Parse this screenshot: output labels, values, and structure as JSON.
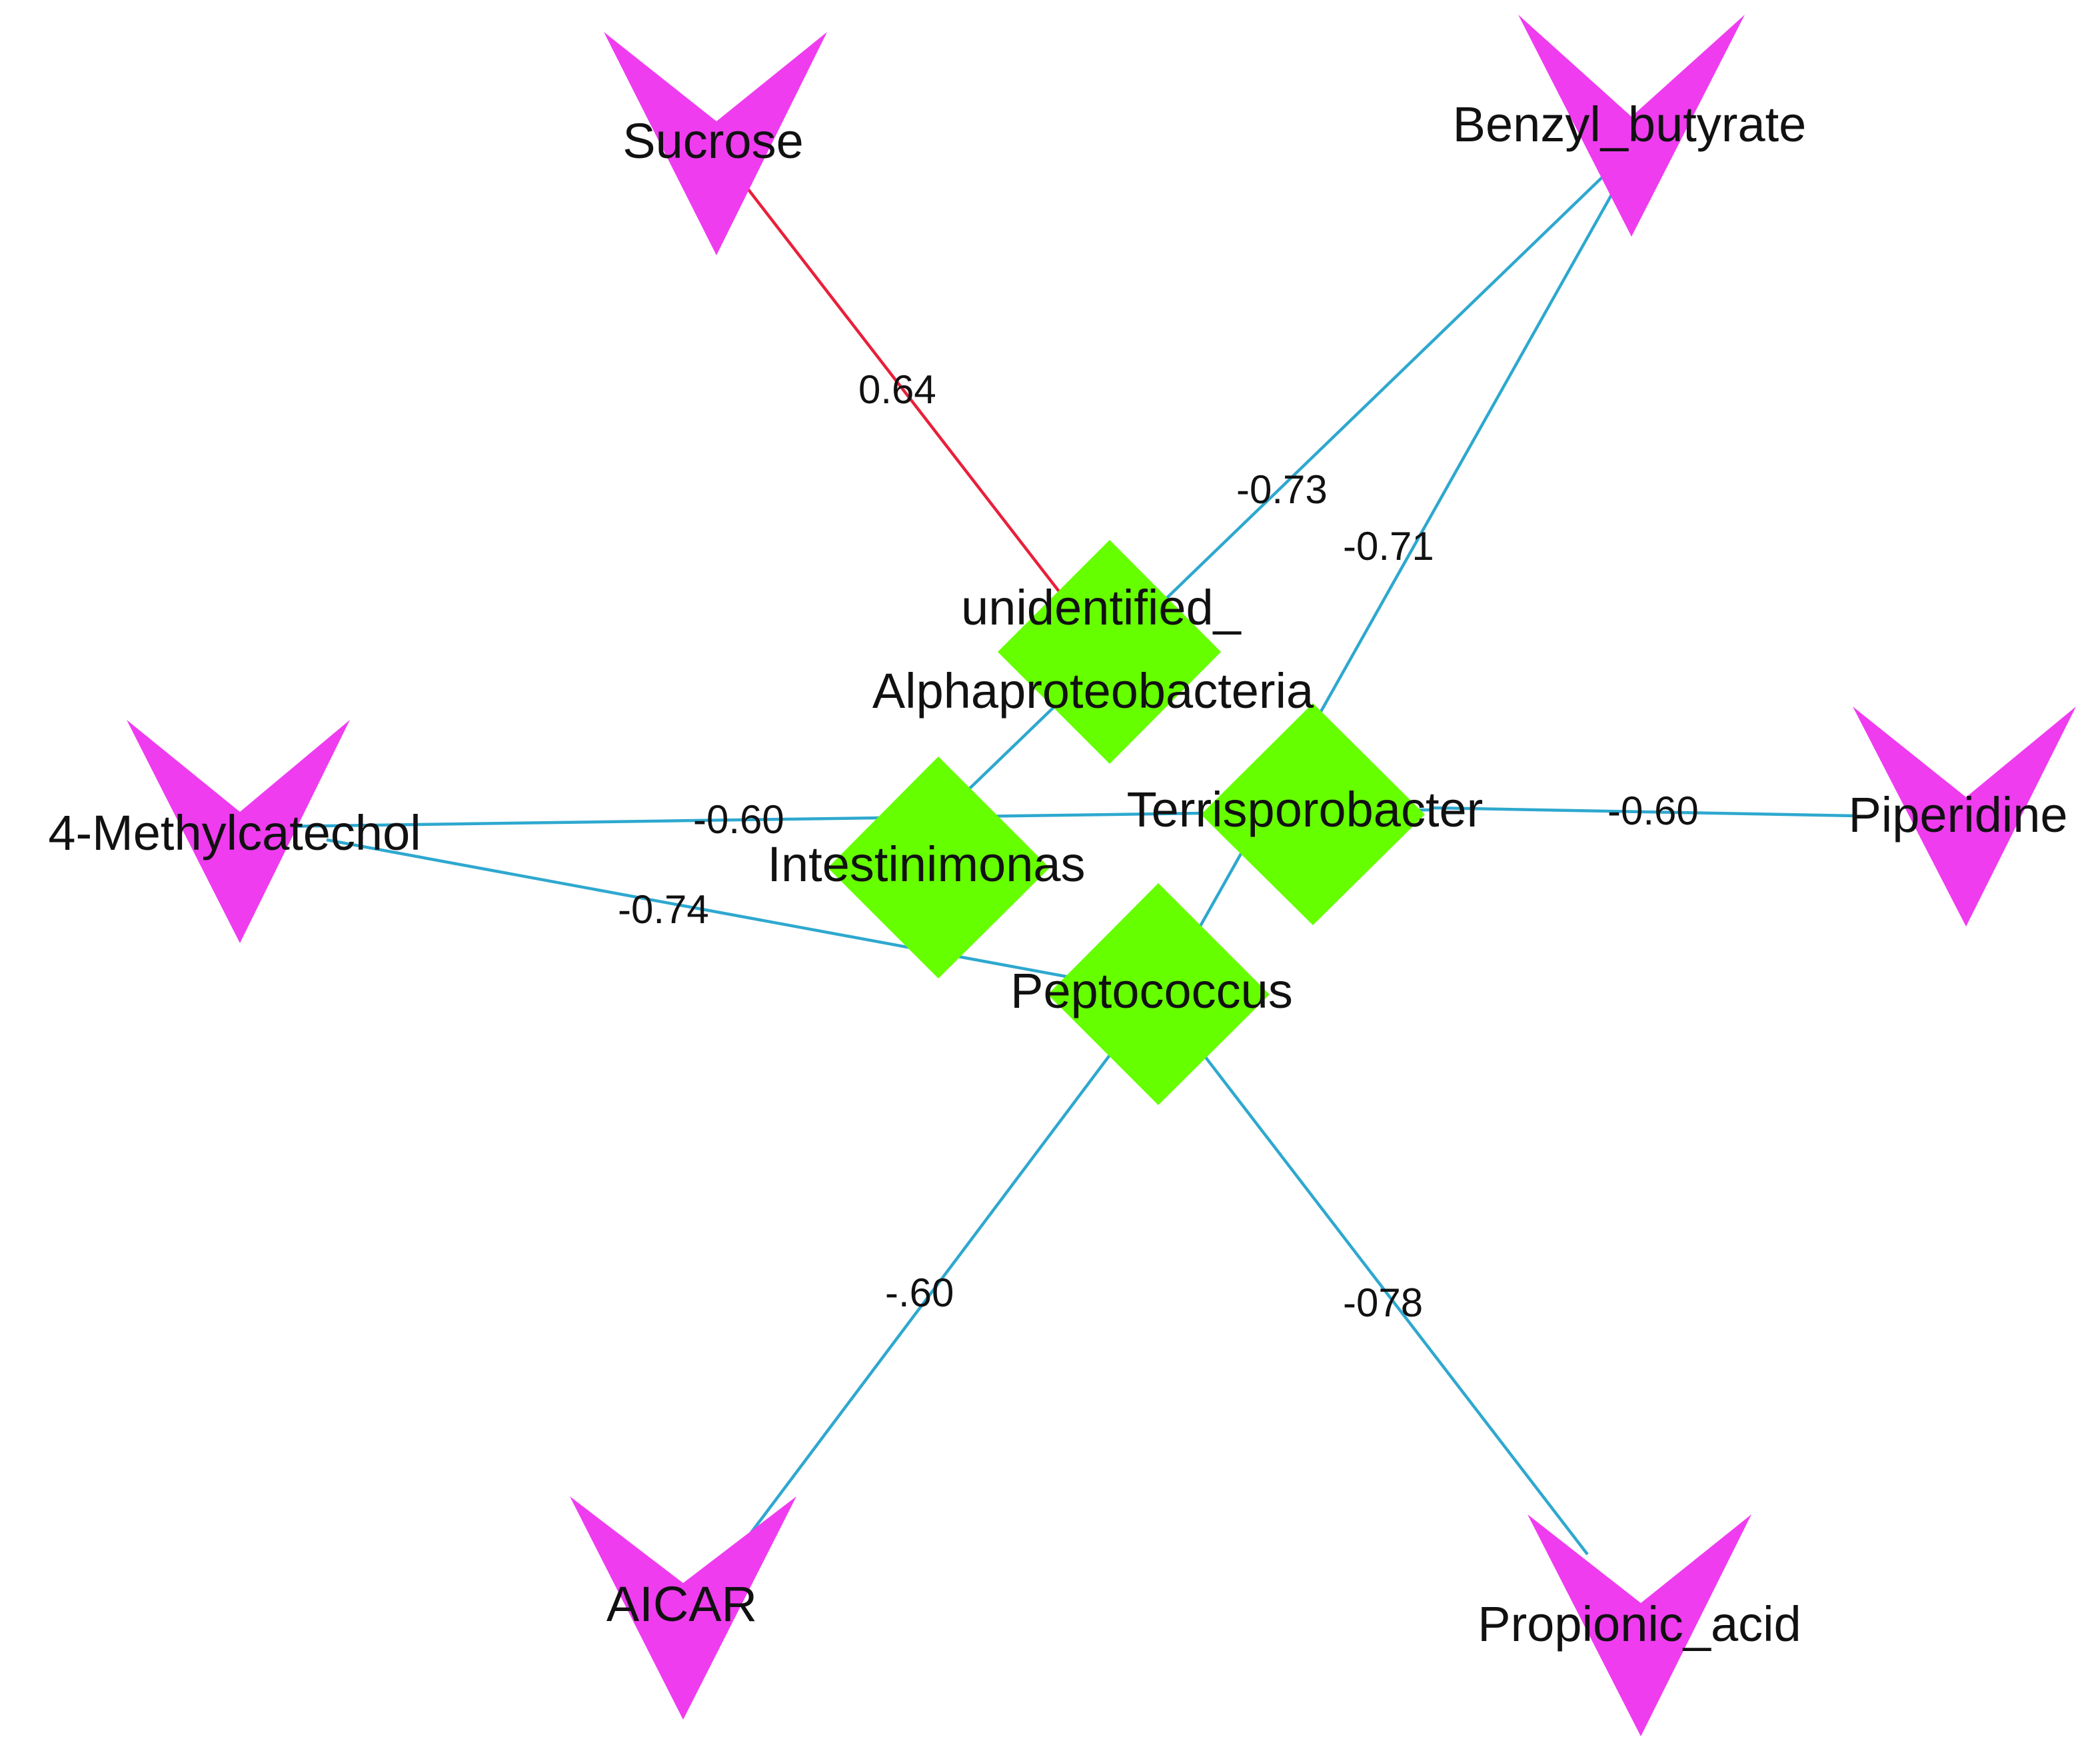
{
  "colors": {
    "positive_edge": "#e8203a",
    "negative_edge": "#2ea8cf",
    "metabolite_node": "#ef3cef",
    "bacteria_node": "#66ff00"
  },
  "nodes": {
    "sucrose": {
      "label": "Sucrose",
      "kind": "metabolite"
    },
    "benzyl_butyrate": {
      "label": "Benzyl_butyrate",
      "kind": "metabolite"
    },
    "methylcatechol": {
      "label": "4-Methylcatechol",
      "kind": "metabolite"
    },
    "piperidine": {
      "label": "Piperidine",
      "kind": "metabolite"
    },
    "aicar": {
      "label": "AICAR",
      "kind": "metabolite"
    },
    "propionic_acid": {
      "label": "Propionic_acid",
      "kind": "metabolite"
    },
    "alphaproteobacteria": {
      "label_line1": "unidentified_",
      "label_line2": "Alphaproteobacteria",
      "kind": "bacteria"
    },
    "terrisporobacter": {
      "label": "Terrisporobacter",
      "kind": "bacteria"
    },
    "intestinimonas": {
      "label": "Intestinimonas",
      "kind": "bacteria"
    },
    "peptococcus": {
      "label": "Peptococcus",
      "kind": "bacteria"
    }
  },
  "edges": {
    "sucrose_alpha": {
      "from": "Sucrose",
      "to": "unidentified_Alphaproteobacteria",
      "label": "0.64",
      "sign": "positive"
    },
    "benzyl_alpha": {
      "from": "Benzyl_butyrate",
      "to": "unidentified_Alphaproteobacteria",
      "label": "-0.73",
      "sign": "negative"
    },
    "benzyl_pepto": {
      "from": "Benzyl_butyrate",
      "to": "Peptococcus",
      "label": "-0.71",
      "sign": "negative"
    },
    "methyl_terri": {
      "from": "4-Methylcatechol",
      "to": "Terrisporobacter",
      "label": "-0.60",
      "sign": "negative"
    },
    "methyl_pepto": {
      "from": "4-Methylcatechol",
      "to": "Peptococcus",
      "label": "-0.74",
      "sign": "negative"
    },
    "piper_terri": {
      "from": "Piperidine",
      "to": "Terrisporobacter",
      "label": "-0.60",
      "sign": "negative"
    },
    "aicar_pepto": {
      "from": "AICAR",
      "to": "Peptococcus",
      "label": "-.60",
      "sign": "negative"
    },
    "propionic_pepto": {
      "from": "Propionic_acid",
      "to": "Peptococcus",
      "label": "-078",
      "sign": "negative"
    }
  }
}
